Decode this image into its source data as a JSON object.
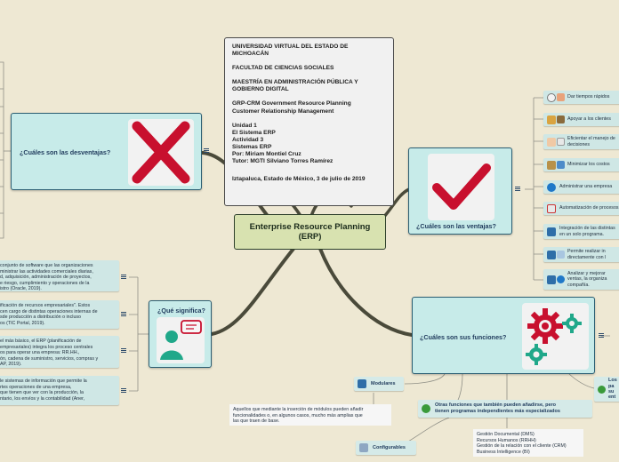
{
  "title_card": {
    "lines": [
      "UNIVERSIDAD VIRTUAL DEL ESTADO DE MICHOACÁN",
      "FACULTAD DE CIENCIAS SOCIALES",
      "MAESTRÍA EN ADMINISTRACIÓN PÚBLICA Y GOBIERNO DIGITAL",
      "GRP-CRM Government Resource Planning\nCustomer Relationship Management",
      "Unidad 1\nEl Sistema ERP\nActividad 3\nSistemas ERP\nPor: Miriam Montiel Cruz\nTutor: MGTI Silviano Torres Ramírez",
      "Iztapaluca, Estado de México, 3 de julio de 2019"
    ]
  },
  "central": {
    "label": "Enterprise Resource Planning (ERP)"
  },
  "topics": {
    "desventajas": {
      "label": "¿Cuáles son las desventajas?",
      "icon": "red-x-icon"
    },
    "ventajas": {
      "label": "¿Cuáles son las ventajas?",
      "icon": "red-check-icon",
      "items": [
        "Dar tiempos rápidos",
        "Apoyar a los clientes",
        "Eficientar el manejo de\ndecisiones",
        "Minimizar los costos",
        "Administrar una empresa",
        "Automatización de procesos",
        "Integración de las distintas\nen un solo programa.",
        "Permite realizar in\ndirectamente con l",
        "Analizar y mejorar\nventas, la organiza\ncompañía."
      ]
    },
    "significa": {
      "label": "¿Qué significa?",
      "icon": "person-chat-icon",
      "items": [
        "conjunto de software que las organizaciones\nministrar las actividades comerciales diarias,\nd, adquisición, administración de proyectos,\ne riesgo, cumplimiento y operaciones de la\nistro (Oracle, 2019).",
        "ificación de recursos empresariales\". Estos\ncen cargo de distintas operaciones internas de\nsde producción a distribución o incluso\nos (TIC Portal, 2019).",
        "el más básico, el ERP (planificación de\nempresariales) integra los proceso centrales\nos para operar una empresa: RR.HH.,\nón, cadena de suministro, servicios, compras y\nAP, 2019).",
        "le sistemas de información que permite la\nrtes operaciones de una empresa,\nque tienen que ver con la producción, la\nntario, los envíos y la contabilidad (Aner,"
      ]
    },
    "funciones": {
      "label": "¿Cuáles son sus funciones?",
      "icon": "gears-icon",
      "modulares": "Modulares",
      "modulares_note": "Aquellos que mediante la inserción de módulos pueden añadir\nfuncionalidades o, en algunos casos, mucho más amplias que\nlas que traen de base.",
      "otras": "Otras funciones que también pueden añadirse, pero\ntienen programas independientes más especializados",
      "otras_list": "Gestión Documental (DMS)\nRecursos Humanos (RRHH)\nGestión de la relación con el cliente (CRM)\nBusiness Intelligence (BI)",
      "configurables": "Configurables",
      "right_node": "Los\npa\nsu\nent"
    }
  },
  "colors": {
    "background": "#eee8d3",
    "topic_fill": "#c7ebe9",
    "topic_border": "#2c5f73",
    "central_fill": "#d8e2b0",
    "branch": "#4a4a3a",
    "accent_red": "#c8102e",
    "accent_teal": "#20a88a"
  }
}
